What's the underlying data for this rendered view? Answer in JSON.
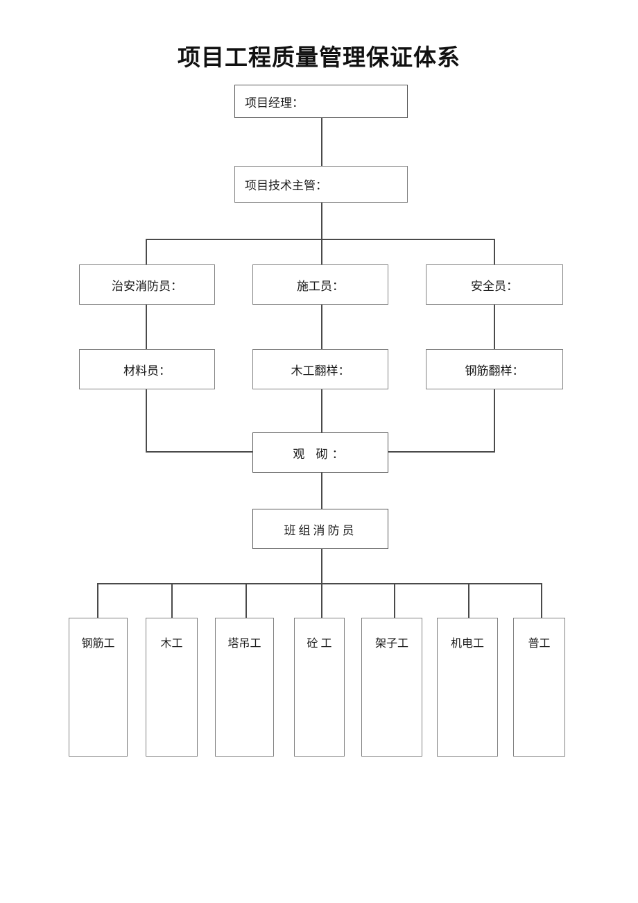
{
  "document": {
    "title": "项目工程质量管理保证体系"
  },
  "chart_data": {
    "type": "diagram",
    "title": "项目工程质量管理保证体系",
    "nodes": [
      {
        "id": "project-manager",
        "label": "项目经理：",
        "level": 1
      },
      {
        "id": "technical-supervisor",
        "label": "项目技术主管：",
        "level": 2
      },
      {
        "id": "security-fire-officer",
        "label": "治安消防员：",
        "level": 3,
        "column": "left"
      },
      {
        "id": "construction-officer",
        "label": "施工员：",
        "level": 3,
        "column": "center"
      },
      {
        "id": "safety-officer",
        "label": "安全员：",
        "level": 3,
        "column": "right"
      },
      {
        "id": "material-officer",
        "label": "材料员：",
        "level": 4,
        "column": "left"
      },
      {
        "id": "carpentry-detailer",
        "label": "木工翻样：",
        "level": 4,
        "column": "center"
      },
      {
        "id": "rebar-detailer",
        "label": "钢筋翻样：",
        "level": 4,
        "column": "right"
      },
      {
        "id": "inspection-masonry",
        "label": "观 砌：",
        "level": 5,
        "column": "center"
      },
      {
        "id": "team-fire-officer",
        "label": "班组消防员",
        "level": 6,
        "column": "center"
      }
    ],
    "crew_nodes": [
      {
        "id": "crew-rebar",
        "label": "钢筋工"
      },
      {
        "id": "crew-carpenter",
        "label": "木工"
      },
      {
        "id": "crew-tower-crane",
        "label": "塔吊工"
      },
      {
        "id": "crew-concrete",
        "label": "砼 工"
      },
      {
        "id": "crew-scaffolder",
        "label": "架子工"
      },
      {
        "id": "crew-electromechanical",
        "label": "机电工"
      },
      {
        "id": "crew-general",
        "label": "普工"
      }
    ],
    "edges": [
      {
        "from": "project-manager",
        "to": "technical-supervisor"
      },
      {
        "from": "technical-supervisor",
        "to": "security-fire-officer"
      },
      {
        "from": "technical-supervisor",
        "to": "construction-officer"
      },
      {
        "from": "technical-supervisor",
        "to": "safety-officer"
      },
      {
        "from": "security-fire-officer",
        "to": "material-officer"
      },
      {
        "from": "construction-officer",
        "to": "carpentry-detailer"
      },
      {
        "from": "safety-officer",
        "to": "rebar-detailer"
      },
      {
        "from": "material-officer",
        "to": "inspection-masonry"
      },
      {
        "from": "carpentry-detailer",
        "to": "inspection-masonry"
      },
      {
        "from": "rebar-detailer",
        "to": "inspection-masonry"
      },
      {
        "from": "inspection-masonry",
        "to": "team-fire-officer"
      },
      {
        "from": "team-fire-officer",
        "to": "crew-rebar"
      },
      {
        "from": "team-fire-officer",
        "to": "crew-carpenter"
      },
      {
        "from": "team-fire-officer",
        "to": "crew-tower-crane"
      },
      {
        "from": "team-fire-officer",
        "to": "crew-concrete"
      },
      {
        "from": "team-fire-officer",
        "to": "crew-scaffolder"
      },
      {
        "from": "team-fire-officer",
        "to": "crew-electromechanical"
      },
      {
        "from": "team-fire-officer",
        "to": "crew-general"
      }
    ],
    "colors": {
      "background": "#ffffff",
      "box_border": "#808080",
      "connector": "#4a4a4a",
      "text": "#1a1a1a"
    }
  }
}
